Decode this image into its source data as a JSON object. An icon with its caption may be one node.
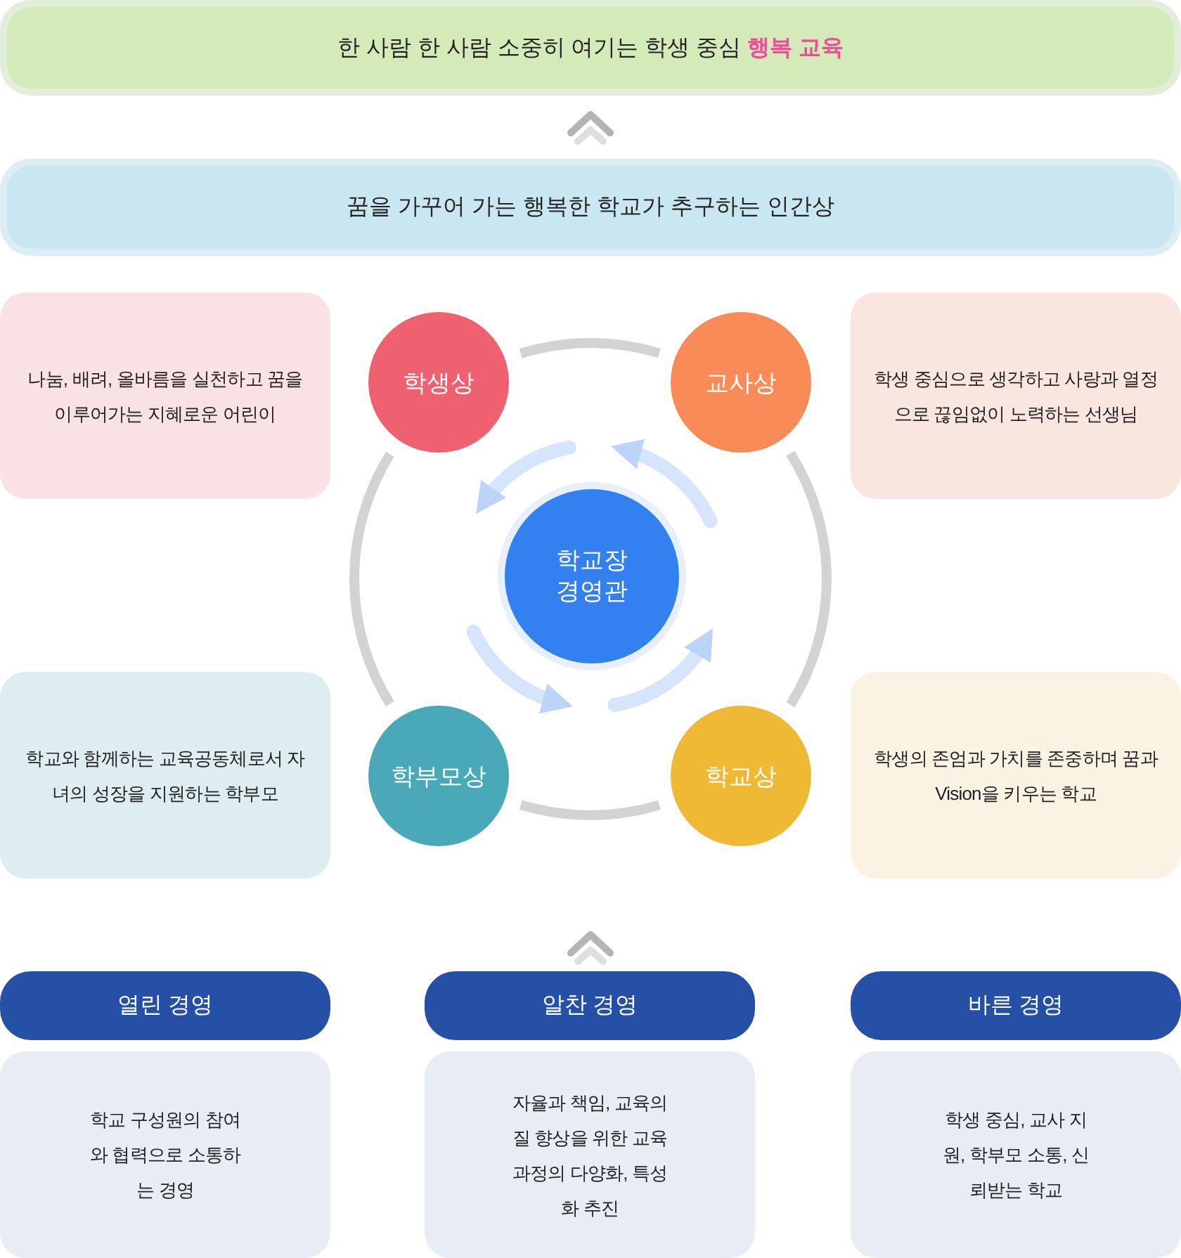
{
  "diagram": {
    "nodes": [
      {
        "text": [
          "한 사람 한 사람 소중히 여기는 학생 중심 **행복 교육**"
        ]
      },
      {
        "text": [
          "꿈을 가꾸어 가는 행복한 학교가 추구하는 인간상"
        ]
      },
      {
        "text": [
          "나눔, 배려, 올바름을 실천하고 꿈을 이루어가는 지혜로운 어린이"
        ]
      },
      {
        "text": [
          "학생상"
        ]
      },
      {
        "text": [
          "교사상"
        ]
      },
      {
        "text": [
          "학생 중심으로 생각하고 사랑과 열정으로 끊임없이 노력하는 선생님"
        ]
      },
      {
        "text": [
          "학교장 경영관"
        ]
      },
      {
        "text": [
          "학교와 함께하는 교육공동체로서 자녀의 성장을 지원하는 학부모"
        ]
      },
      {
        "text": [
          "학부모상"
        ]
      },
      {
        "text": [
          "학교상"
        ]
      },
      {
        "text": [
          "학생의 존엄과 가치를 존중하며 꿈과 Vision을 키우는 학교"
        ]
      },
      {
        "text": [
          "열린 경영"
        ]
      },
      {
        "text": [
          "학교 구성원의 참여와 협력으로 소통하는 경영"
        ]
      },
      {
        "text": [
          "알찬 경영"
        ]
      },
      {
        "text": [
          "자율과 책임, 교육의 질 향상을 위한 교육과정의 다양화, 특성화 추진"
        ]
      },
      {
        "text": [
          "바른 경영"
        ]
      },
      {
        "text": [
          "학생 중심, 교사 지원, 학부모 소통, 신뢰받는 학교"
        ]
      }
    ],
    "edges": [
      {
        "from": 1,
        "to": 0,
        "arrow": "to"
      },
      {
        "from": 3,
        "to": 4,
        "arrow": "none"
      },
      {
        "from": 4,
        "to": 9,
        "arrow": "none"
      },
      {
        "from": 9,
        "to": 8,
        "arrow": "none"
      },
      {
        "from": 8,
        "to": 3,
        "arrow": "none"
      },
      {
        "from": 13,
        "to": null,
        "arrow": "to"
      }
    ]
  }
}
